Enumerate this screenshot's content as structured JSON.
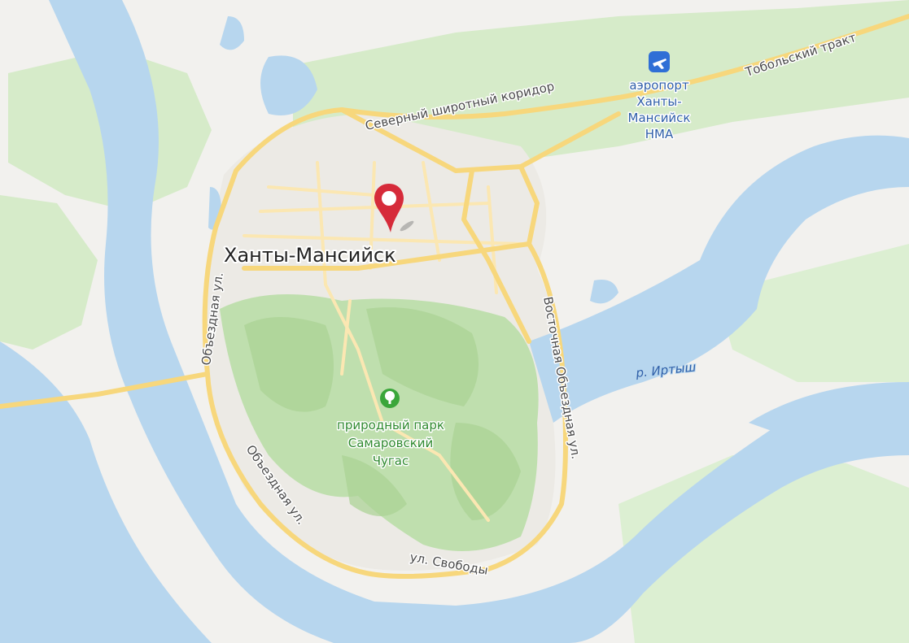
{
  "map": {
    "city_label": "Ханты-Мансийск",
    "river_label": "р. Иртыш",
    "roads": {
      "north_corridor": "Северный широтный коридор",
      "tobolsk_tract": "Тобольский тракт",
      "west_bypass": "Объездная ул.",
      "southwest_bypass": "Объездная ул.",
      "east_bypass": "Восточная Объездная ул.",
      "svobody": "ул. Свободы"
    },
    "airport": {
      "icon": "airplane-icon",
      "lines": [
        "аэропорт",
        "Ханты-",
        "Мансийск",
        "НМА"
      ]
    },
    "park": {
      "icon": "tree-icon",
      "lines": [
        "природный парк",
        "Самаровский",
        "Чугас"
      ]
    },
    "marker": {
      "icon": "location-pin-icon"
    }
  },
  "colors": {
    "water": "#b7d6ee",
    "land": "#f2f1ee",
    "greenery": "#cfe8c3",
    "forest_relief": "#bcdcaa",
    "urban": "#ecebe7",
    "road_major": "#f7d77c",
    "road_minor": "#fbe7b2",
    "airport_blue": "#2f6fd6",
    "park_green": "#3aa63a",
    "pin_red": "#d62b3a"
  }
}
